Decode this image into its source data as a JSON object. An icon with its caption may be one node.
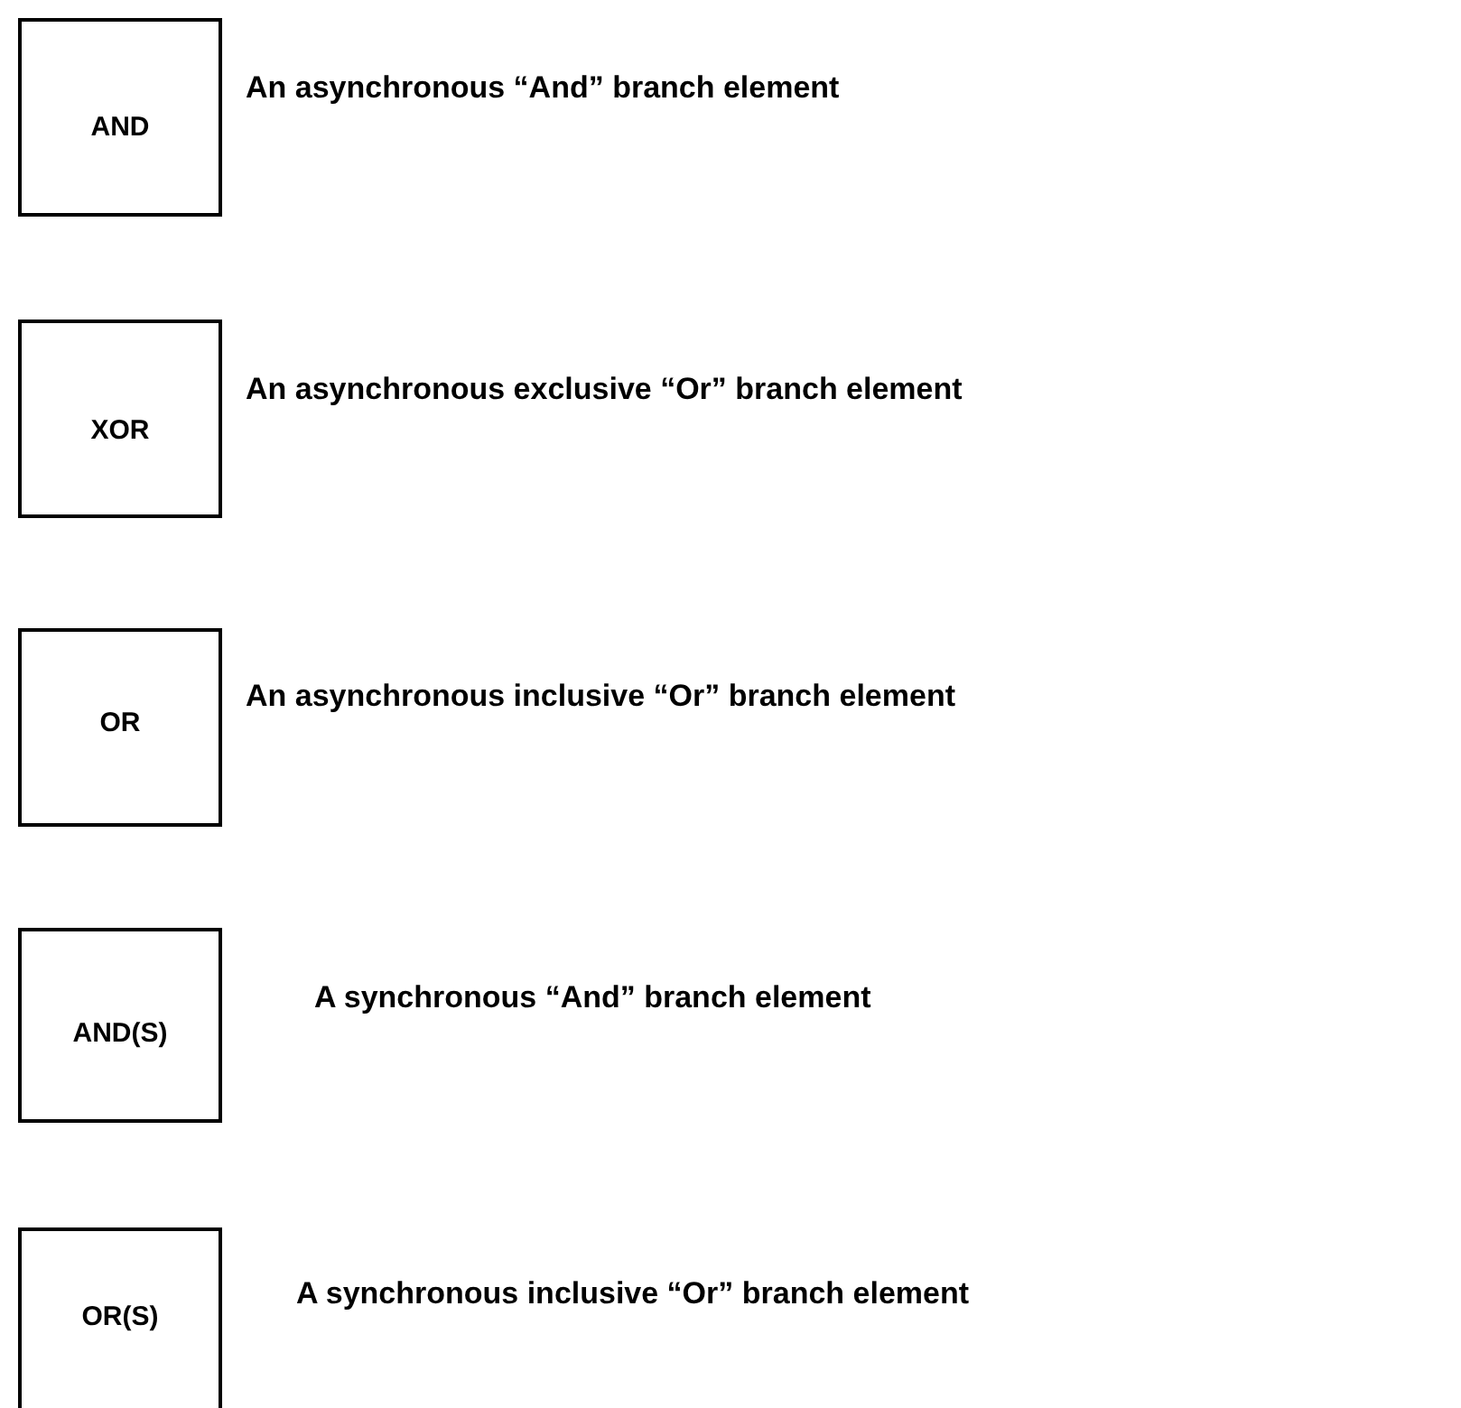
{
  "diagram": {
    "nodes": [
      {
        "text": [
          "AND"
        ],
        "beside": [
          "An asynchronous “And” branch element"
        ]
      },
      {
        "text": [
          "XOR"
        ],
        "beside": [
          "An asynchronous exclusive “Or” branch element"
        ]
      },
      {
        "text": [
          "OR"
        ],
        "beside": [
          "An asynchronous inclusive “Or” branch element"
        ]
      },
      {
        "text": [
          "AND(S)"
        ],
        "beside": [
          "A synchronous “And” branch element"
        ]
      },
      {
        "text": [
          "OR(S)"
        ],
        "beside": [
          "A synchronous inclusive “Or” branch element"
        ]
      }
    ]
  }
}
